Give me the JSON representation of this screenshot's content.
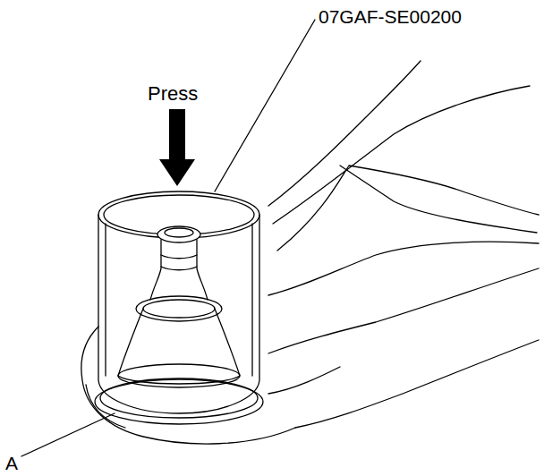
{
  "diagram": {
    "labels": [
      "07GAF-SE00200",
      "Press",
      "A"
    ]
  }
}
